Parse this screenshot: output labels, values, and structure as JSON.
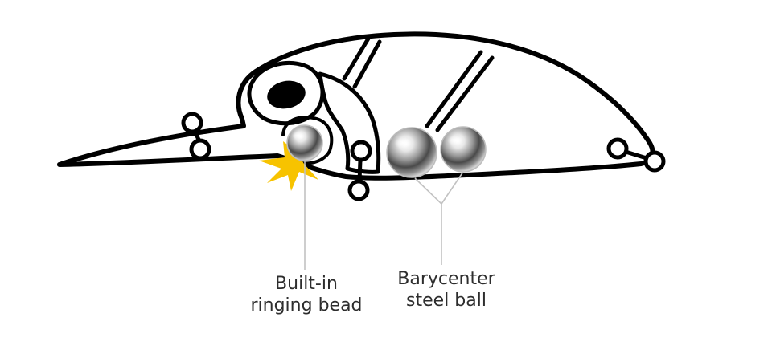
{
  "labels": {
    "ringing_bead": {
      "line1": "Built-in",
      "line2": "ringing bead"
    },
    "barycenter_ball": {
      "line1": "Barycenter",
      "line2": "steel ball"
    }
  },
  "colors": {
    "outline": "#000000",
    "leader_line": "#c2c2c2",
    "label_text": "#2d2d2d",
    "spark": "#f7c300",
    "steel_light": "#ffffff",
    "steel_dark": "#3a3a3a"
  },
  "icons": {
    "lure": "fishing-lure-outline",
    "bead": "chrome-bead",
    "ball": "steel-ball",
    "impact": "spark-burst"
  }
}
